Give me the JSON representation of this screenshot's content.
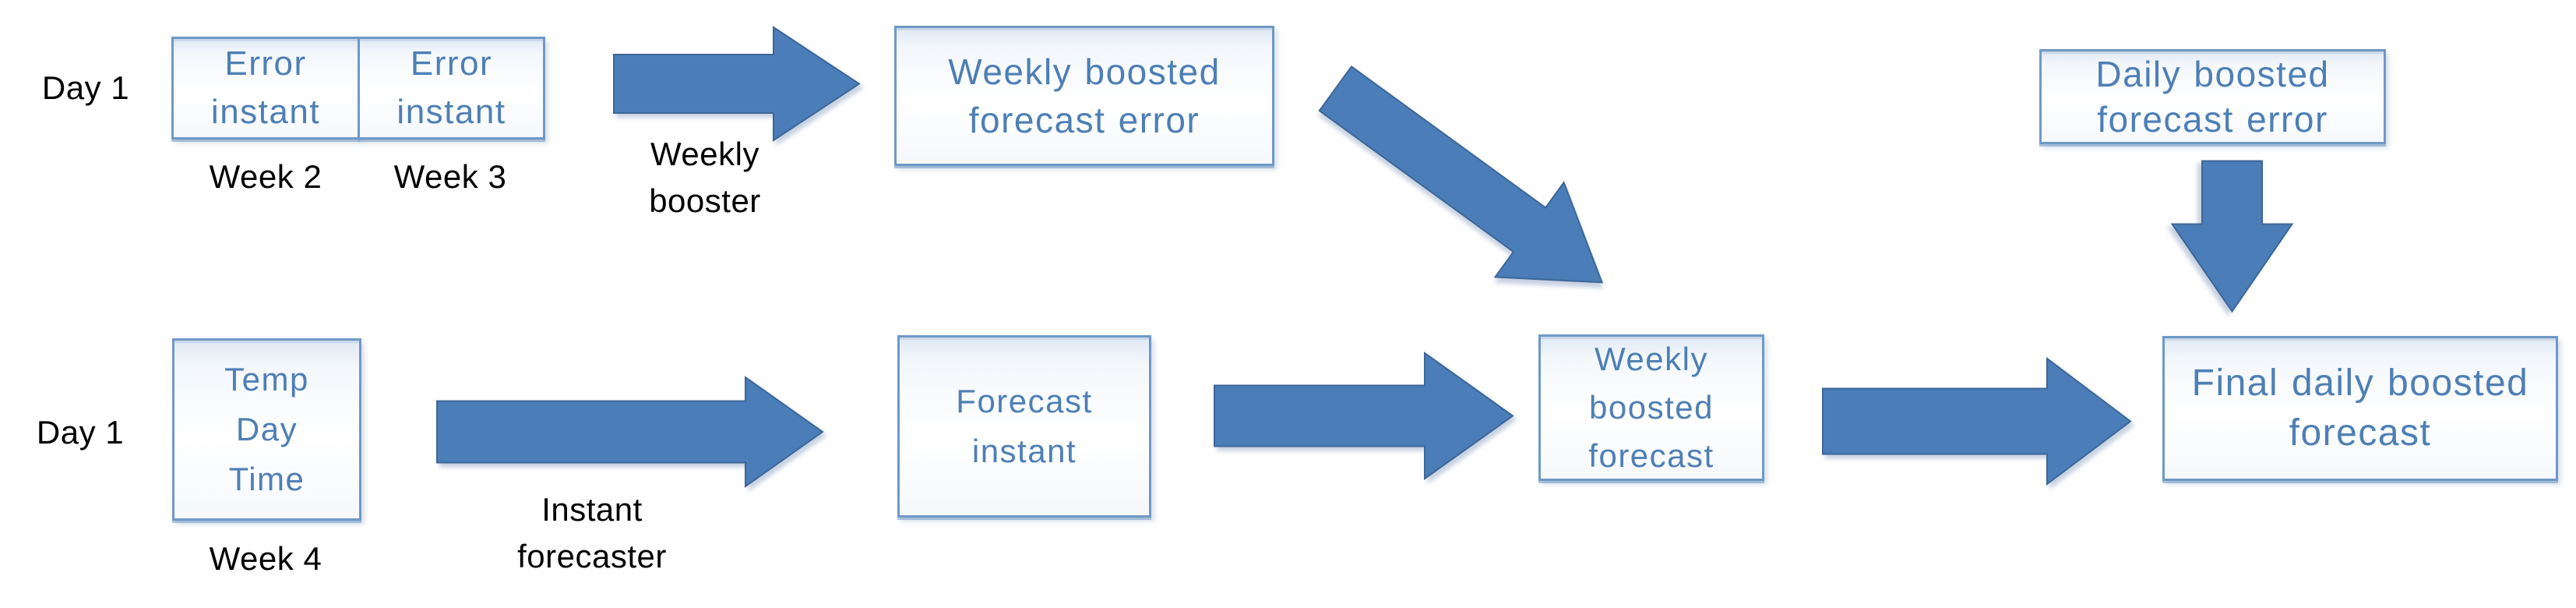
{
  "diagram": {
    "nodes": {
      "error_week2": {
        "text": "Error\ninstant"
      },
      "error_week3": {
        "text": "Error\ninstant"
      },
      "weekly_boosted_forecast_error": {
        "text": "Weekly boosted\nforecast error"
      },
      "temp_day_time": {
        "text": "Temp\nDay\nTime"
      },
      "forecast_instant": {
        "text": "Forecast\ninstant"
      },
      "weekly_boosted_forecast": {
        "text": "Weekly\nboosted\nforecast"
      },
      "daily_boosted_forecast_error": {
        "text": "Daily boosted\nforecast error"
      },
      "final_daily_boosted_forecast": {
        "text": "Final daily boosted\nforecast"
      }
    },
    "labels": {
      "day1_top": "Day 1",
      "day1_bottom": "Day 1",
      "week2": "Week 2",
      "week3": "Week 3",
      "week4": "Week 4",
      "weekly_booster": "Weekly\nbooster",
      "instant_forecaster": "Instant\nforecaster"
    },
    "colors": {
      "arrow_fill": "#4b7db8",
      "arrow_edge": "#3d6697",
      "box_border": "#6f99c6",
      "box_fill_top": "#dfe8f3",
      "box_text": "#4e7fb5",
      "label_text": "#000000"
    }
  }
}
